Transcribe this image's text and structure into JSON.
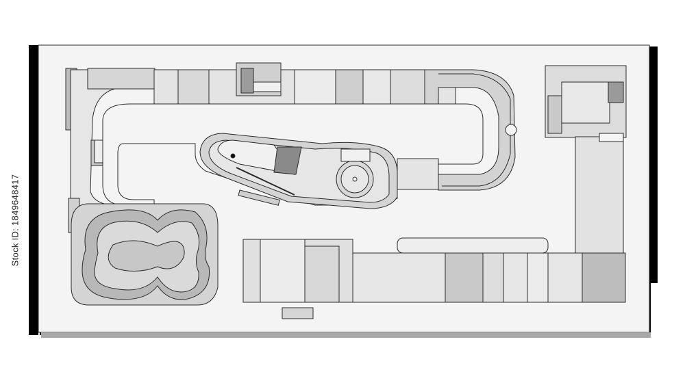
{
  "image": {
    "stock_id_label": "Stock ID: 1849648417"
  },
  "colors": {
    "background": "#ffffff",
    "slab": "#f4f4f4",
    "slab_edge": "#000000",
    "shadow": "#a8a8a8",
    "ramp_light": "#e9e9e9",
    "ramp_mid": "#d6d6d6",
    "ramp_dark": "#bdbdbd",
    "outline": "#2a2a2a"
  },
  "icons": [
    "skatepark-plan",
    "bowl",
    "ramp",
    "rail"
  ]
}
